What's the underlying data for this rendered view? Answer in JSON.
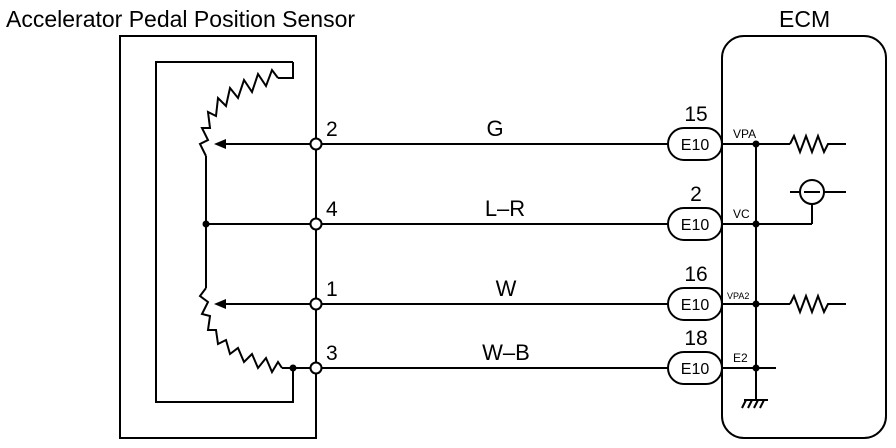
{
  "sensor": {
    "title": "Accelerator Pedal Position Sensor"
  },
  "ecm": {
    "title": "ECM"
  },
  "circuits": [
    {
      "sensor_pin": "2",
      "wire_color": "G",
      "connector": "E10",
      "ecm_pin": "15",
      "terminal": "VPA"
    },
    {
      "sensor_pin": "4",
      "wire_color": "L–R",
      "connector": "E10",
      "ecm_pin": "2",
      "terminal": "VC"
    },
    {
      "sensor_pin": "1",
      "wire_color": "W",
      "connector": "E10",
      "ecm_pin": "16",
      "terminal": "VPA2"
    },
    {
      "sensor_pin": "3",
      "wire_color": "W–B",
      "connector": "E10",
      "ecm_pin": "18",
      "terminal": "E2"
    }
  ]
}
